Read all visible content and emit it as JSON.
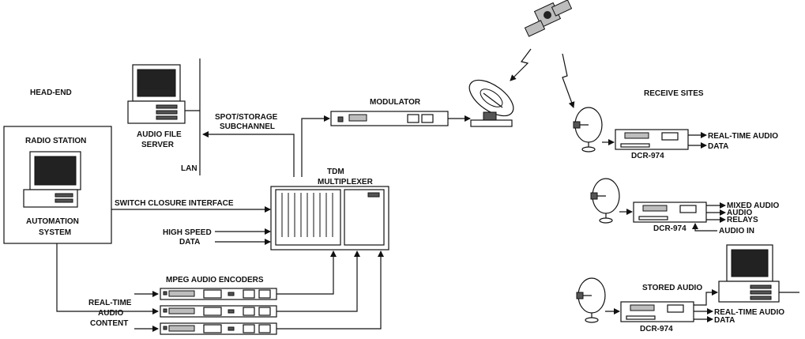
{
  "labels": {
    "head_end": "HEAD-END",
    "radio_station": "RADIO STATION",
    "automation_system": [
      "AUTOMATION",
      "SYSTEM"
    ],
    "audio_file_server": [
      "AUDIO FILE",
      "SERVER"
    ],
    "lan": "LAN",
    "spot_storage": [
      "SPOT/STORAGE",
      "SUBCHANNEL"
    ],
    "modulator": "MODULATOR",
    "tdm_multiplexer": [
      "TDM",
      "MULTIPLEXER"
    ],
    "switch_closure": "SWITCH CLOSURE INTERFACE",
    "high_speed_data": [
      "HIGH SPEED",
      "DATA"
    ],
    "mpeg_encoders": "MPEG AUDIO ENCODERS",
    "realtime_content": [
      "REAL-TIME",
      "AUDIO",
      "CONTENT"
    ],
    "receive_sites": "RECEIVE SITES",
    "stored_audio": "STORED AUDIO",
    "audio_in": "AUDIO IN"
  },
  "receivers": [
    {
      "name": "DCR-974",
      "outputs": [
        "REAL-TIME AUDIO",
        "DATA"
      ]
    },
    {
      "name": "DCR-974",
      "outputs": [
        "MIXED AUDIO",
        "AUDIO",
        "RELAYS"
      ]
    },
    {
      "name": "DCR-974",
      "outputs": [
        "REAL-TIME AUDIO",
        "DATA"
      ]
    }
  ]
}
